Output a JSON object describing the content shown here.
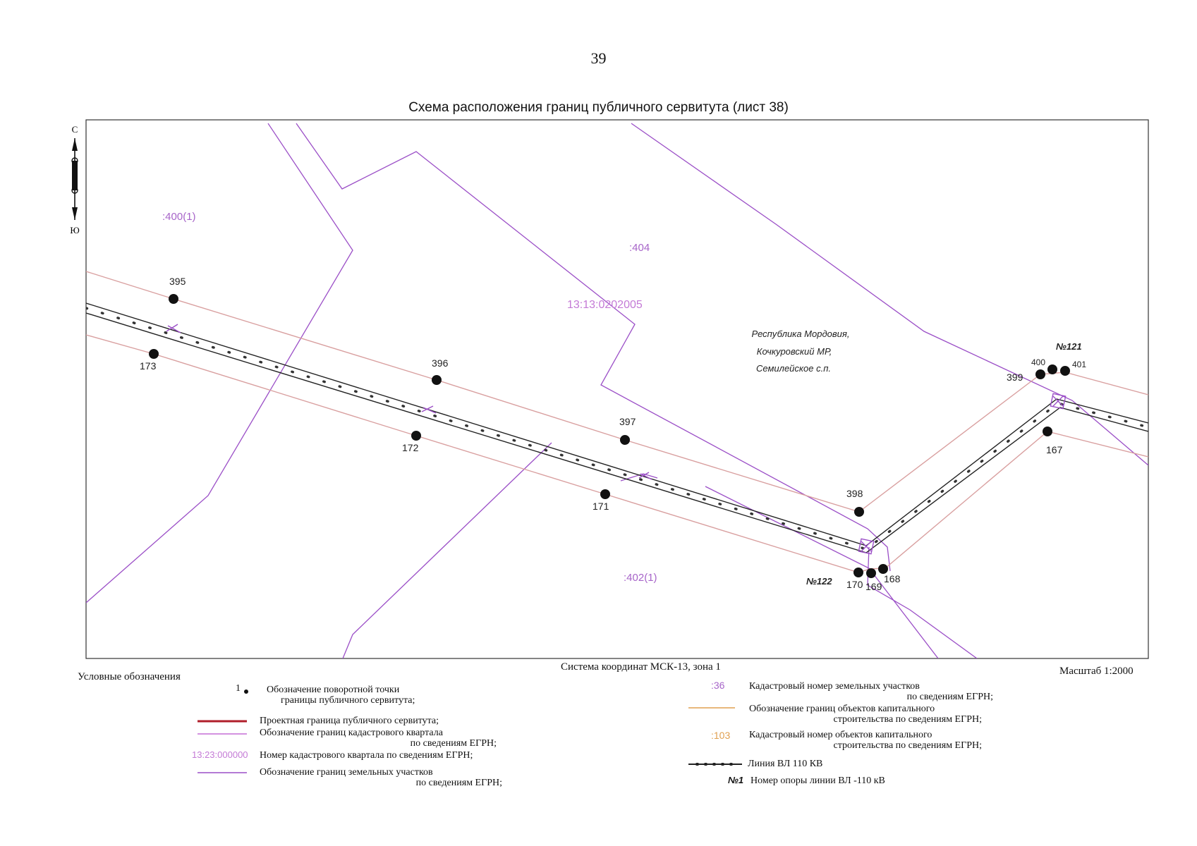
{
  "page": {
    "number": "39",
    "title": "Схема расположения границ публичного сервитута (лист 38)"
  },
  "compass": {
    "north": "С",
    "south": "Ю"
  },
  "map": {
    "parcel_labels": [
      ":400(1)",
      ":404",
      ":402(1)"
    ],
    "quarter_label": "13:13:0202005",
    "region": [
      "Республика Мордовия,",
      "Кочкуровский МР,",
      "Семилейское с.п."
    ],
    "support_labels": [
      "№121",
      "№122"
    ],
    "points": {
      "p395": "395",
      "p396": "396",
      "p397": "397",
      "p398": "398",
      "p399": "399",
      "p400": "400",
      "p401": "401",
      "p167": "167",
      "p168": "168",
      "p169": "169",
      "p170": "170",
      "p171": "171",
      "p172": "172",
      "p173": "173"
    }
  },
  "footer": {
    "coordinate_system": "Система координат МСК-13, зона 1",
    "scale": "Масштаб 1:2000"
  },
  "legend": {
    "title": "Условные обозначения",
    "point": {
      "symbol": "1",
      "line1": "Обозначение поворотной точки",
      "line2": "границы публичного сервитута;"
    },
    "project_boundary": "Проектная граница публичного сервитута;",
    "quarter_boundary": {
      "line1": "Обозначение границ кадастрового квартала",
      "line2": "по сведениям ЕГРН;"
    },
    "quarter_number": {
      "symbol": "13:23:000000",
      "text": "Номер кадастрового квартала по сведениям ЕГРН;"
    },
    "parcel_boundary": {
      "line1": "Обозначение границ земельных участков",
      "line2": "по сведениям ЕГРН;"
    },
    "parcel_number": {
      "symbol": ":36",
      "line1": "Кадастровый номер земельных участков",
      "line2": "по сведениям ЕГРН;"
    },
    "building_boundary": {
      "line1": "Обозначение границ объектов капитального",
      "line2": "строительства по сведениям ЕГРН;"
    },
    "building_number": {
      "symbol": ":103",
      "line1": "Кадастровый номер объектов капитального",
      "line2": "строительства по сведениям ЕГРН;"
    },
    "power_line": "Линия ВЛ 110 КВ",
    "support_number": {
      "symbol": "№1",
      "text": "Номер опоры линии ВЛ -110 кВ"
    }
  },
  "colors": {
    "servitude": "#d9a0a0",
    "parcel": "#9b4fc7",
    "quarter_text": "#b05cc9",
    "power_line": "#222222",
    "project_boundary_legend": "#b01e2a",
    "building": "#e0a050"
  }
}
